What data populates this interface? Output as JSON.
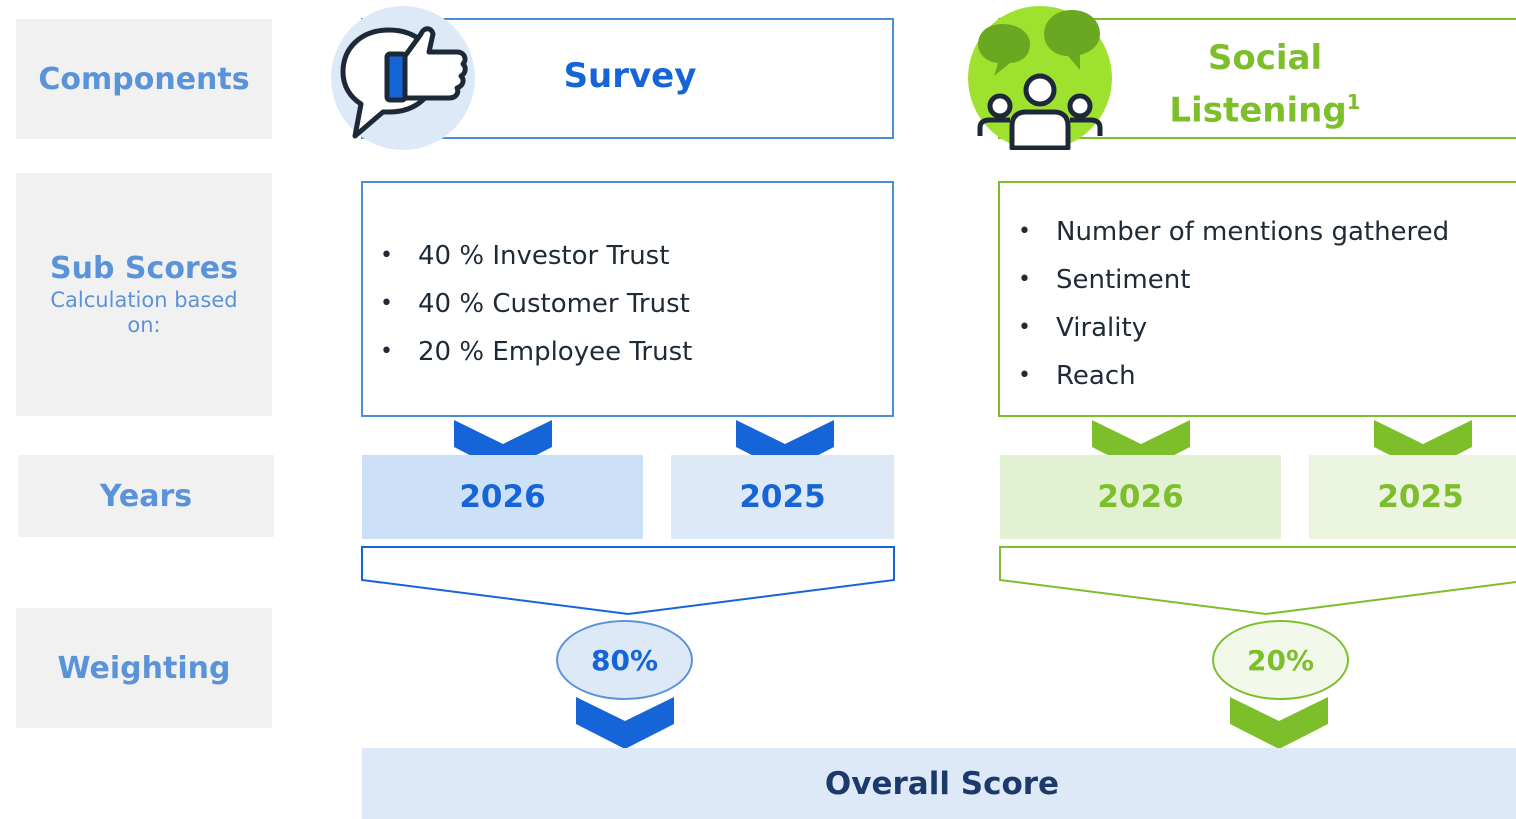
{
  "rows": {
    "components": "Components",
    "sub_scores": "Sub Scores",
    "sub_scores_note": "Calculation based on:",
    "years": "Years",
    "weighting": "Weighting"
  },
  "survey": {
    "title": "Survey",
    "bullets": [
      "40 % Investor Trust",
      "40 % Customer Trust",
      "20 % Employee Trust"
    ],
    "years": [
      "2026",
      "2025"
    ],
    "weight": "80%",
    "icon": "thumbs-up-speech-bubble-icon",
    "color": "#1565d8"
  },
  "social": {
    "title_line1": "Social",
    "title_line2": "Listening",
    "footnote": "1",
    "bullets": [
      "Number of mentions gathered",
      "Sentiment",
      "Virality",
      "Reach"
    ],
    "years": [
      "2026",
      "2025"
    ],
    "weight": "20%",
    "icon": "people-chat-icon",
    "color": "#7cbf2b"
  },
  "overall": "Overall Score"
}
